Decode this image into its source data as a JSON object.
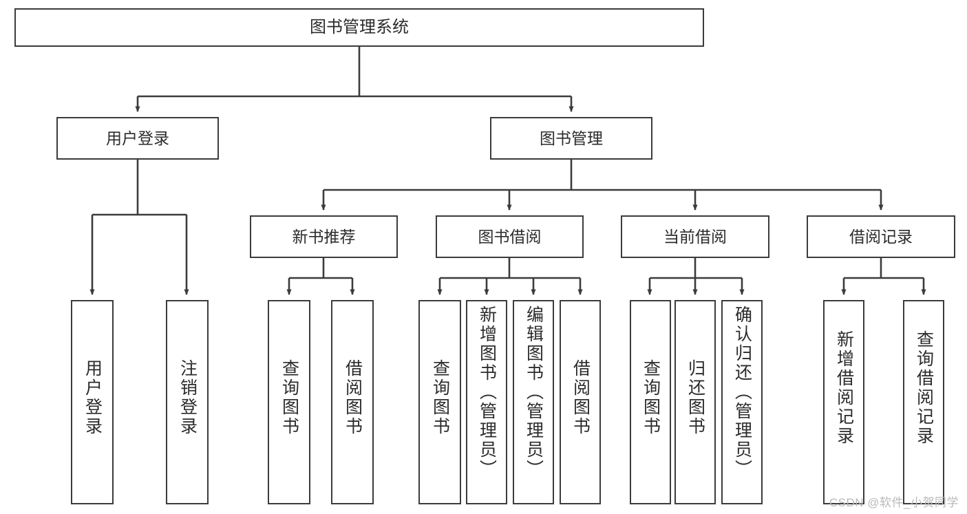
{
  "diagram": {
    "title": "图书管理系统",
    "type": "tree-hierarchy-chart",
    "watermark": "CSDN @软件_小贺同学",
    "colors": {
      "box_border": "#3b3b3b",
      "box_fill": "#ffffff",
      "text": "#2b2b2b",
      "edge": "#3b3b3b",
      "watermark": "#b9b9b9",
      "background": "#ffffff"
    },
    "nodes": {
      "root": {
        "label": "图书管理系统"
      },
      "level2": [
        {
          "label": "用户登录"
        },
        {
          "label": "图书管理"
        }
      ],
      "level3": [
        {
          "label": "新书推荐"
        },
        {
          "label": "图书借阅"
        },
        {
          "label": "当前借阅"
        },
        {
          "label": "借阅记录"
        }
      ],
      "leaves": {
        "user_login": [
          {
            "label": "用户登录"
          },
          {
            "label": "注销登录"
          }
        ],
        "new_book_recommend": [
          {
            "label": "查询图书"
          },
          {
            "label": "借阅图书"
          }
        ],
        "book_borrow": [
          {
            "label": "查询图书"
          },
          {
            "label": "新增图书（管理员）"
          },
          {
            "label": "编辑图书（管理员）"
          },
          {
            "label": "借阅图书"
          }
        ],
        "current_borrow": [
          {
            "label": "查询图书"
          },
          {
            "label": "归还图书"
          },
          {
            "label": "确认归还（管理员）"
          }
        ],
        "borrow_record": [
          {
            "label": "新增借阅记录"
          },
          {
            "label": "查询借阅记录"
          }
        ]
      }
    }
  }
}
